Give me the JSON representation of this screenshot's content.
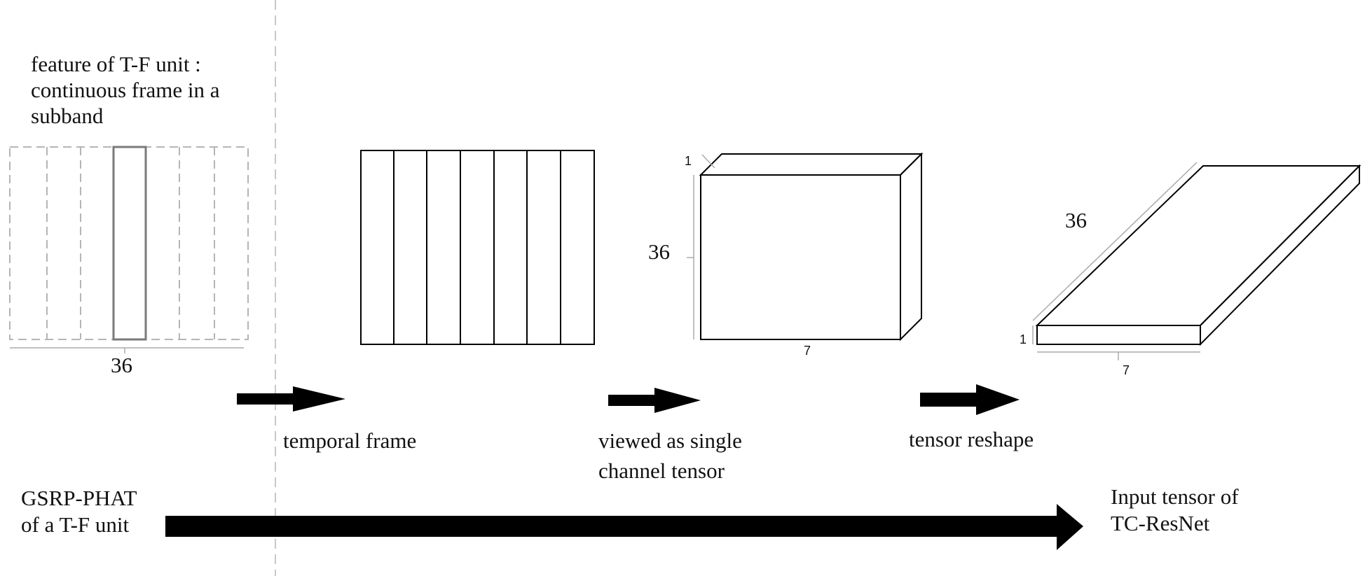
{
  "colors": {
    "stroke": "#000000",
    "dashed": "#b5b5b5",
    "dim": "#aaaaaa",
    "arrow": "#000000"
  },
  "section1": {
    "caption_lines": [
      "feature of T-F unit :",
      "continuous frame in a",
      "subband"
    ],
    "dim_width": "36"
  },
  "section2": {
    "label": "temporal frame"
  },
  "section3": {
    "label_lines": [
      "viewed as single",
      "channel tensor"
    ],
    "dim_depth": "1",
    "dim_height": "36",
    "dim_width": "7"
  },
  "section4": {
    "label": "tensor reshape",
    "dim_depth": "36",
    "dim_height": "1",
    "dim_width": "7"
  },
  "bottom": {
    "source_lines": [
      "GSRP-PHAT",
      "of a T-F unit"
    ],
    "target_lines": [
      "Input tensor of",
      "TC-ResNet"
    ]
  }
}
